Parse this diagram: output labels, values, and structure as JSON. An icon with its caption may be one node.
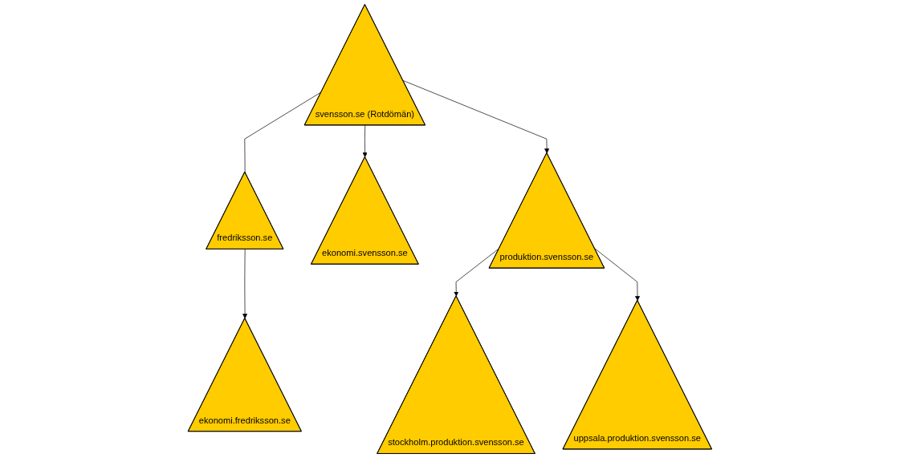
{
  "diagram": {
    "nodes": [
      {
        "text": [
          "svensson.se (Rotdömän)"
        ]
      },
      {
        "text": [
          "fredriksson.se"
        ]
      },
      {
        "text": [
          "ekonomi.svensson.se"
        ]
      },
      {
        "text": [
          "produktion.svensson.se"
        ]
      },
      {
        "text": [
          "ekonomi.fredriksson.se"
        ]
      },
      {
        "text": [
          "stockholm.produktion.svensson.se"
        ]
      },
      {
        "text": [
          "uppsala.produktion.svensson.se"
        ]
      }
    ],
    "edges": [
      {
        "from": 0,
        "to": 1,
        "arrow": "none"
      },
      {
        "from": 0,
        "to": 2,
        "arrow": "to"
      },
      {
        "from": 0,
        "to": 3,
        "arrow": "to"
      },
      {
        "from": 1,
        "to": 4,
        "arrow": "to"
      },
      {
        "from": 3,
        "to": 5,
        "arrow": "to"
      },
      {
        "from": 3,
        "to": 6,
        "arrow": "to"
      }
    ]
  }
}
